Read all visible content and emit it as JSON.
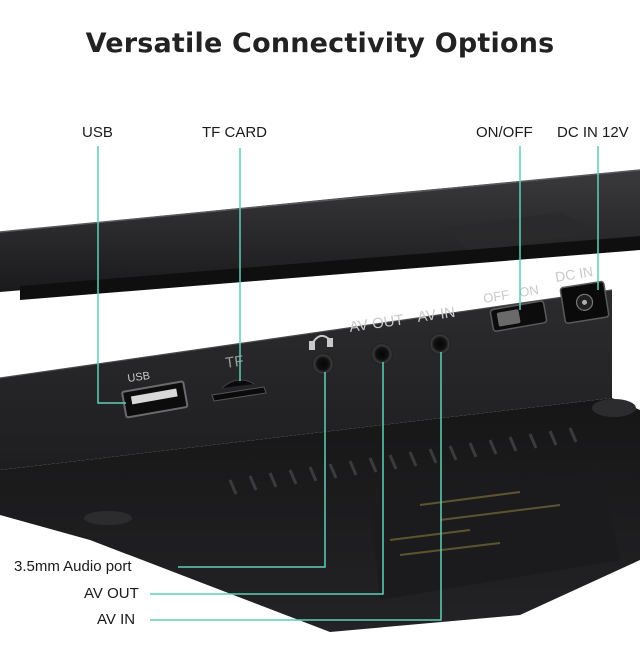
{
  "title": "Versatile Connectivity Options",
  "callouts": {
    "usb": "USB",
    "tf_card": "TF CARD",
    "on_off": "ON/OFF",
    "dc_in": "DC IN 12V",
    "audio_port": "3.5mm Audio port",
    "av_out": "AV OUT",
    "av_in": "AV IN"
  },
  "device_print": {
    "usb": "USB",
    "tf": "TF",
    "av_out": "AV OUT",
    "av_in": "AV IN",
    "off": "OFF",
    "on": "ON",
    "dc_in": "DC IN"
  },
  "colors": {
    "leader_line": "#5fcfb5",
    "device_body": "#1e1e20",
    "panel": "#2b2b2d",
    "print": "#c9c9c9"
  }
}
